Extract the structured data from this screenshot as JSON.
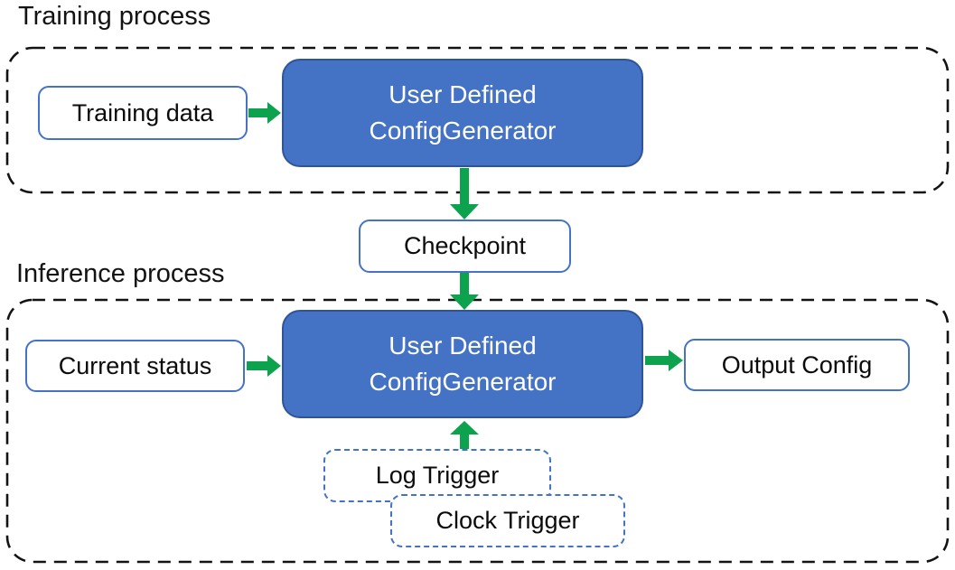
{
  "colors": {
    "accent-blue": "#4472C4",
    "accent-blue-dark": "#2F5597",
    "arrow-green": "#0CA24E",
    "dash-black": "#131313"
  },
  "training": {
    "title": "Training process",
    "training_data": "Training data",
    "generator": {
      "line1": "User Defined",
      "line2": "ConfigGenerator"
    }
  },
  "checkpoint": "Checkpoint",
  "inference": {
    "title": "Inference process",
    "current_status": "Current status",
    "generator": {
      "line1": "User Defined",
      "line2": "ConfigGenerator"
    },
    "output_config": "Output Config",
    "log_trigger": "Log Trigger",
    "clock_trigger": "Clock Trigger"
  }
}
